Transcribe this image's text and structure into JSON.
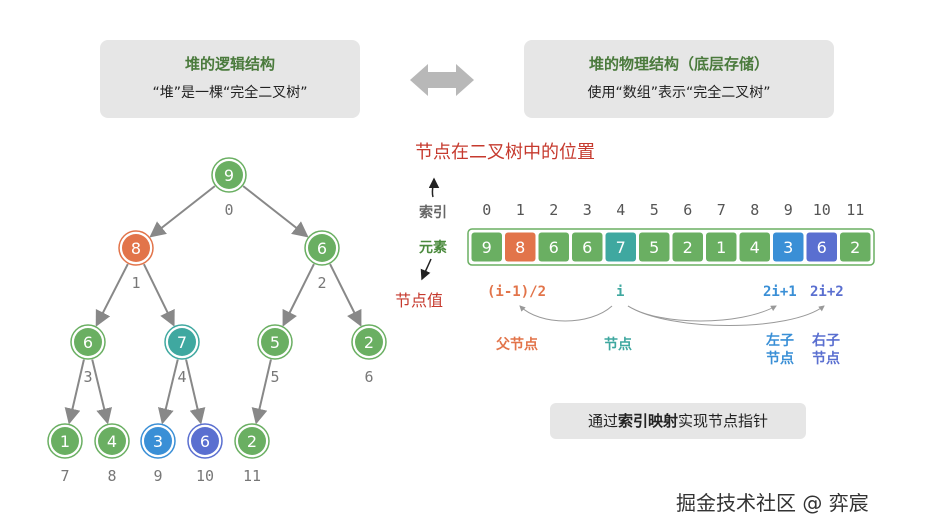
{
  "left_box": {
    "title": "堆的逻辑结构",
    "subtitle": "“堆”是一棵“完全二叉树”"
  },
  "right_box": {
    "title": "堆的物理结构（底层存储）",
    "subtitle": "使用“数组”表示“完全二叉树”"
  },
  "annotations": {
    "position_title": "节点在二叉树中的位置",
    "index_label": "索引",
    "element_label": "元素",
    "node_value_label": "节点值",
    "parent_formula": "(i-1)/2",
    "self_formula": "i",
    "left_formula": "2i+1",
    "right_formula": "2i+2",
    "parent_label": "父节点",
    "self_label": "节点",
    "left_label_1": "左子",
    "left_label_2": "节点",
    "right_label_1": "右子",
    "right_label_2": "节点"
  },
  "bottom_note": {
    "pre": "通过",
    "bold": "索引映射",
    "post": "实现节点指针"
  },
  "watermark": "掘金技术社区 @ 弈宸",
  "tree": {
    "nodes": [
      {
        "index": "0",
        "value": "9",
        "color": "#6aaf62"
      },
      {
        "index": "1",
        "value": "8",
        "color": "#e2744a"
      },
      {
        "index": "2",
        "value": "6",
        "color": "#6aaf62"
      },
      {
        "index": "3",
        "value": "6",
        "color": "#6aaf62"
      },
      {
        "index": "4",
        "value": "7",
        "color": "#3fa8a0"
      },
      {
        "index": "5",
        "value": "5",
        "color": "#6aaf62"
      },
      {
        "index": "6",
        "value": "2",
        "color": "#6aaf62"
      },
      {
        "index": "7",
        "value": "1",
        "color": "#6aaf62"
      },
      {
        "index": "8",
        "value": "4",
        "color": "#6aaf62"
      },
      {
        "index": "9",
        "value": "3",
        "color": "#3a8fd6"
      },
      {
        "index": "10",
        "value": "6",
        "color": "#5a6fd0"
      },
      {
        "index": "11",
        "value": "2",
        "color": "#6aaf62"
      }
    ]
  },
  "colors": {
    "green": "#6aaf62",
    "orange": "#e2744a",
    "teal": "#3fa8a0",
    "blue": "#3a8fd6",
    "indigo": "#5a6fd0",
    "red_text": "#c63a2e",
    "arrow_gray": "#b8b8b8"
  }
}
